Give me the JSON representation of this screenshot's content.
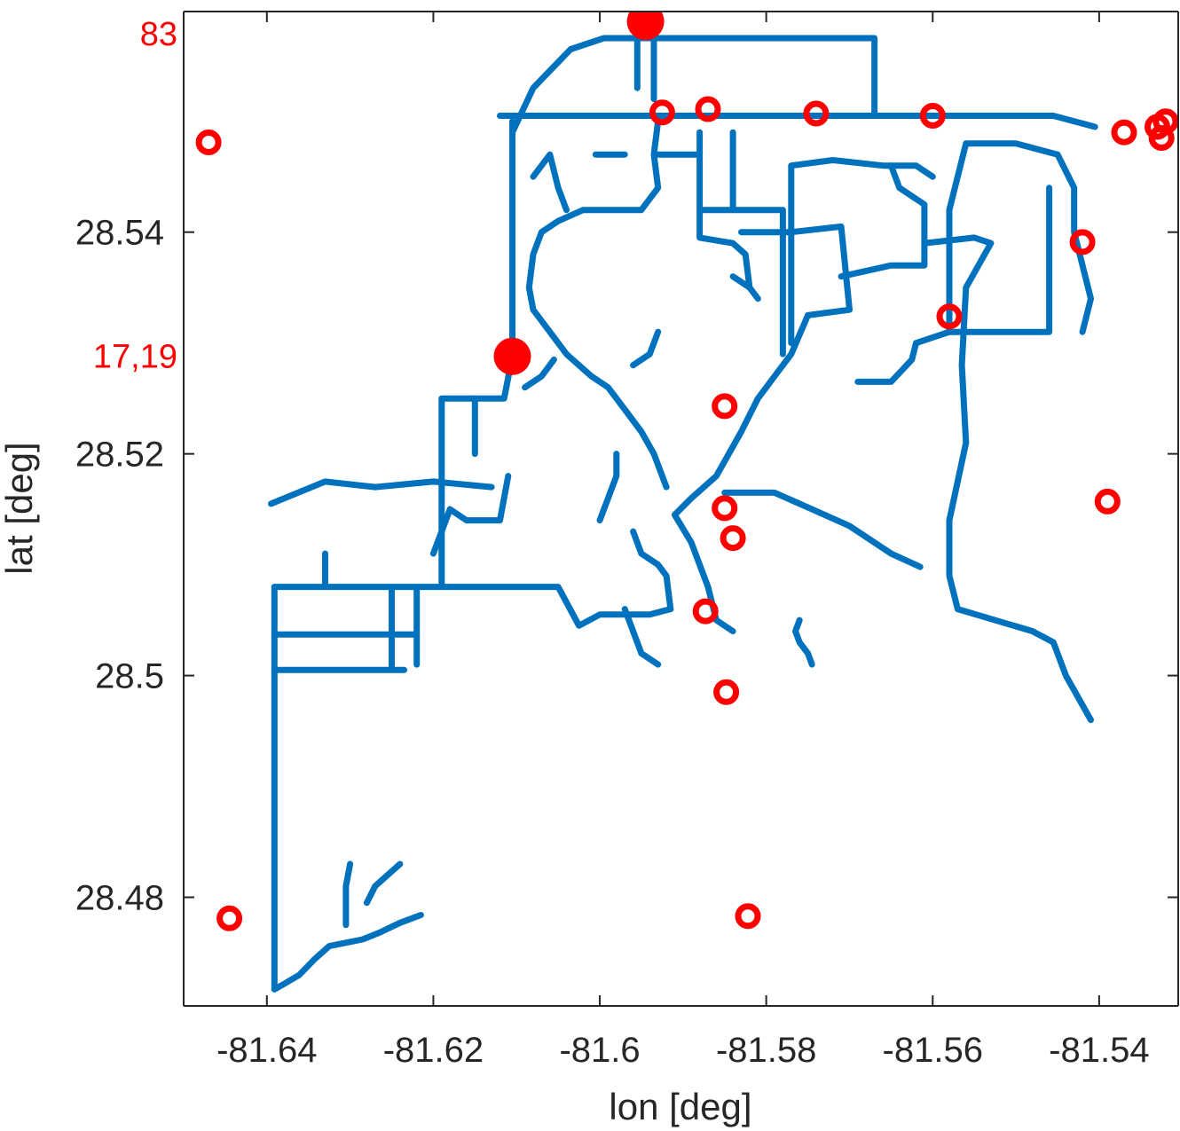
{
  "chart_data": {
    "type": "scatter",
    "xlabel": "lon [deg]",
    "ylabel": "lat [deg]",
    "xlim": [
      -81.65,
      -81.5305
    ],
    "ylim": [
      28.4702,
      28.5599
    ],
    "xticks": [
      -81.64,
      -81.62,
      -81.6,
      -81.58,
      -81.56,
      -81.54
    ],
    "xtick_labels": [
      "-81.64",
      "-81.62",
      "-81.6",
      "-81.58",
      "-81.56",
      "-81.54"
    ],
    "yticks": [
      28.48,
      28.5,
      28.52,
      28.54
    ],
    "ytick_labels": [
      "28.48",
      "28.5",
      "28.52",
      "28.54"
    ],
    "grid": false,
    "colors": {
      "path": "#0072bd",
      "marker": "#ff0000",
      "axis": "#262626"
    },
    "annotations": [
      {
        "text": "83",
        "y": 28.559
      },
      {
        "text": "17,19",
        "y": 28.5288
      }
    ],
    "series": [
      {
        "role": "route-network",
        "segments": [
          [
            [
              -81.6391,
              28.4717
            ],
            [
              -81.6379,
              28.4722
            ],
            [
              -81.6361,
              28.473
            ],
            [
              -81.6343,
              28.4744
            ],
            [
              -81.6325,
              28.4756
            ],
            [
              -81.6285,
              28.4762
            ],
            [
              -81.6265,
              28.4768
            ],
            [
              -81.624,
              28.4777
            ],
            [
              -81.6215,
              28.4784
            ]
          ],
          [
            [
              -81.6391,
              28.4717
            ],
            [
              -81.6391,
              28.508
            ]
          ],
          [
            [
              -81.6391,
              28.508
            ],
            [
              -81.605,
              28.508
            ],
            [
              -81.6025,
              28.5045
            ],
            [
              -81.6,
              28.5055
            ],
            [
              -81.594,
              28.5055
            ],
            [
              -81.5915,
              28.506
            ]
          ],
          [
            [
              -81.6391,
              28.5037
            ],
            [
              -81.622,
              28.5037
            ]
          ],
          [
            [
              -81.6391,
              28.5005
            ],
            [
              -81.6235,
              28.5005
            ]
          ],
          [
            [
              -81.625,
              28.508
            ],
            [
              -81.625,
              28.5005
            ]
          ],
          [
            [
              -81.622,
              28.508
            ],
            [
              -81.622,
              28.501
            ]
          ],
          [
            [
              -81.633,
              28.508
            ],
            [
              -81.633,
              28.511
            ]
          ],
          [
            [
              -81.6395,
              28.5155
            ],
            [
              -81.633,
              28.5175
            ],
            [
              -81.627,
              28.517
            ],
            [
              -81.62,
              28.5175
            ],
            [
              -81.613,
              28.517
            ]
          ],
          [
            [
              -81.619,
              28.508
            ],
            [
              -81.619,
              28.525
            ],
            [
              -81.6115,
              28.525
            ],
            [
              -81.6105,
              28.5288
            ]
          ],
          [
            [
              -81.6105,
              28.5288
            ],
            [
              -81.6105,
              28.55
            ]
          ],
          [
            [
              -81.6105,
              28.549
            ],
            [
              -81.608,
              28.553
            ],
            [
              -81.6035,
              28.5565
            ],
            [
              -81.5995,
              28.5575
            ],
            [
              -81.587,
              28.5575
            ],
            [
              -81.567,
              28.5575
            ],
            [
              -81.567,
              28.5505
            ]
          ],
          [
            [
              -81.612,
              28.5505
            ],
            [
              -81.5455,
              28.5505
            ],
            [
              -81.5405,
              28.5495
            ]
          ],
          [
            [
              -81.5935,
              28.5575
            ],
            [
              -81.5935,
              28.552
            ]
          ],
          [
            [
              -81.5955,
              28.5575
            ],
            [
              -81.5955,
              28.553
            ]
          ],
          [
            [
              -81.588,
              28.549
            ],
            [
              -81.588,
              28.5395
            ],
            [
              -81.584,
              28.539
            ],
            [
              -81.5825,
              28.538
            ],
            [
              -81.582,
              28.535
            ]
          ],
          [
            [
              -81.584,
              28.549
            ],
            [
              -81.584,
              28.542
            ]
          ],
          [
            [
              -81.588,
              28.542
            ],
            [
              -81.578,
              28.542
            ],
            [
              -81.578,
              28.529
            ]
          ],
          [
            [
              -81.583,
              28.54
            ],
            [
              -81.577,
              28.54
            ],
            [
              -81.571,
              28.5405
            ],
            [
              -81.57,
              28.533
            ],
            [
              -81.575,
              28.5325
            ],
            [
              -81.577,
              28.529
            ],
            [
              -81.579,
              28.527
            ],
            [
              -81.581,
              28.525
            ],
            [
              -81.583,
              28.522
            ],
            [
              -81.586,
              28.518
            ],
            [
              -81.589,
              28.516
            ],
            [
              -81.591,
              28.5145
            ]
          ],
          [
            [
              -81.577,
              28.53
            ],
            [
              -81.577,
              28.546
            ],
            [
              -81.572,
              28.5465
            ],
            [
              -81.566,
              28.546
            ],
            [
              -81.562,
              28.546
            ],
            [
              -81.56,
              28.545
            ]
          ],
          [
            [
              -81.571,
              28.536
            ],
            [
              -81.565,
              28.537
            ],
            [
              -81.561,
              28.537
            ],
            [
              -81.561,
              28.5425
            ],
            [
              -81.564,
              28.544
            ],
            [
              -81.565,
              28.546
            ]
          ],
          [
            [
              -81.561,
              28.539
            ],
            [
              -81.555,
              28.5395
            ],
            [
              -81.553,
              28.539
            ],
            [
              -81.556,
              28.535
            ],
            [
              -81.5565,
              28.528
            ],
            [
              -81.556,
              28.521
            ],
            [
              -81.558,
              28.514
            ],
            [
              -81.558,
              28.509
            ],
            [
              -81.557,
              28.506
            ],
            [
              -81.548,
              28.504
            ],
            [
              -81.5455,
              28.503
            ],
            [
              -81.544,
              28.5
            ],
            [
              -81.541,
              28.496
            ]
          ],
          [
            [
              -81.569,
              28.5265
            ],
            [
              -81.565,
              28.5265
            ],
            [
              -81.5625,
              28.5285
            ],
            [
              -81.562,
              28.53
            ],
            [
              -81.558,
              28.531
            ]
          ],
          [
            [
              -81.558,
              28.531
            ],
            [
              -81.558,
              28.542
            ],
            [
              -81.556,
              28.548
            ],
            [
              -81.55,
              28.548
            ],
            [
              -81.545,
              28.547
            ]
          ],
          [
            [
              -81.558,
              28.531
            ],
            [
              -81.546,
              28.531
            ],
            [
              -81.546,
              28.544
            ]
          ],
          [
            [
              -81.545,
              28.547
            ],
            [
              -81.543,
              28.544
            ],
            [
              -81.543,
              28.54
            ],
            [
              -81.542,
              28.537
            ],
            [
              -81.541,
              28.534
            ],
            [
              -81.542,
              28.531
            ]
          ],
          [
            [
              -81.585,
              28.5165
            ],
            [
              -81.579,
              28.5165
            ],
            [
              -81.5745,
              28.515
            ],
            [
              -81.57,
              28.5135
            ],
            [
              -81.565,
              28.511
            ],
            [
              -81.5615,
              28.5098
            ]
          ],
          [
            [
              -81.591,
              28.5145
            ],
            [
              -81.589,
              28.512
            ],
            [
              -81.588,
              28.51
            ],
            [
              -81.587,
              28.508
            ],
            [
              -81.586,
              28.505
            ],
            [
              -81.584,
              28.504
            ]
          ],
          [
            [
              -81.592,
              28.517
            ],
            [
              -81.5935,
              28.52
            ],
            [
              -81.595,
              28.522
            ],
            [
              -81.597,
              28.524
            ],
            [
              -81.599,
              28.526
            ],
            [
              -81.601,
              28.527
            ],
            [
              -81.604,
              28.529
            ],
            [
              -81.606,
              28.531
            ],
            [
              -81.608,
              28.533
            ],
            [
              -81.6085,
              28.535
            ],
            [
              -81.608,
              28.538
            ],
            [
              -81.607,
              28.54
            ],
            [
              -81.605,
              28.541
            ],
            [
              -81.602,
              28.542
            ],
            [
              -81.598,
              28.542
            ],
            [
              -81.595,
              28.542
            ],
            [
              -81.593,
              28.544
            ],
            [
              -81.5935,
              28.547
            ],
            [
              -81.593,
              28.55
            ]
          ],
          [
            [
              -81.593,
              28.547
            ],
            [
              -81.588,
              28.547
            ]
          ],
          [
            [
              -81.6005,
              28.547
            ],
            [
              -81.597,
              28.547
            ]
          ],
          [
            [
              -81.608,
              28.545
            ],
            [
              -81.606,
              28.547
            ],
            [
              -81.605,
              28.544
            ],
            [
              -81.604,
              28.542
            ]
          ],
          [
            [
              -81.615,
              28.52
            ],
            [
              -81.615,
              28.525
            ]
          ],
          [
            [
              -81.618,
              28.515
            ],
            [
              -81.616,
              28.514
            ],
            [
              -81.612,
              28.514
            ],
            [
              -81.611,
              28.518
            ]
          ],
          [
            [
              -81.593,
              28.531
            ],
            [
              -81.594,
              28.529
            ],
            [
              -81.596,
              28.528
            ]
          ],
          [
            [
              -81.576,
              28.505
            ],
            [
              -81.5765,
              28.504
            ],
            [
              -81.576,
              28.503
            ],
            [
              -81.575,
              28.502
            ],
            [
              -81.5745,
              28.501
            ]
          ],
          [
            [
              -81.6,
              28.514
            ],
            [
              -81.599,
              28.516
            ],
            [
              -81.598,
              28.518
            ],
            [
              -81.598,
              28.52
            ]
          ],
          [
            [
              -81.62,
              28.511
            ],
            [
              -81.619,
              28.513
            ],
            [
              -81.618,
              28.515
            ]
          ],
          [
            [
              -81.628,
              28.4795
            ],
            [
              -81.627,
              28.481
            ],
            [
              -81.6255,
              28.482
            ],
            [
              -81.624,
              28.483
            ]
          ],
          [
            [
              -81.6305,
              28.4775
            ],
            [
              -81.6305,
              28.481
            ],
            [
              -81.63,
              28.483
            ]
          ],
          [
            [
              -81.6055,
              28.5285
            ],
            [
              -81.607,
              28.527
            ],
            [
              -81.609,
              28.526
            ]
          ],
          [
            [
              -81.597,
              28.506
            ],
            [
              -81.596,
              28.504
            ],
            [
              -81.595,
              28.502
            ],
            [
              -81.593,
              28.501
            ]
          ],
          [
            [
              -81.5915,
              28.506
            ],
            [
              -81.592,
              28.509
            ],
            [
              -81.593,
              28.51
            ],
            [
              -81.595,
              28.511
            ],
            [
              -81.596,
              28.513
            ]
          ],
          [
            [
              -81.584,
              28.536
            ],
            [
              -81.582,
              28.535
            ],
            [
              -81.581,
              28.534
            ]
          ]
        ]
      },
      {
        "role": "stops-hollow",
        "points": [
          [
            -81.647,
            28.5481
          ],
          [
            -81.6445,
            28.4781
          ],
          [
            -81.5925,
            28.5508
          ],
          [
            -81.587,
            28.5511
          ],
          [
            -81.574,
            28.5507
          ],
          [
            -81.56,
            28.5505
          ],
          [
            -81.537,
            28.549
          ],
          [
            -81.533,
            28.5495
          ],
          [
            -81.532,
            28.55
          ],
          [
            -81.5325,
            28.5485
          ],
          [
            -81.542,
            28.5391
          ],
          [
            -81.558,
            28.5324
          ],
          [
            -81.585,
            28.5243
          ],
          [
            -81.539,
            28.5157
          ],
          [
            -81.585,
            28.5151
          ],
          [
            -81.584,
            28.5124
          ],
          [
            -81.5873,
            28.5058
          ],
          [
            -81.5848,
            28.4985
          ],
          [
            -81.5822,
            28.4783
          ]
        ]
      },
      {
        "role": "stops-filled",
        "points": [
          [
            -81.5945,
            28.559
          ],
          [
            -81.6105,
            28.5288
          ]
        ]
      }
    ]
  }
}
